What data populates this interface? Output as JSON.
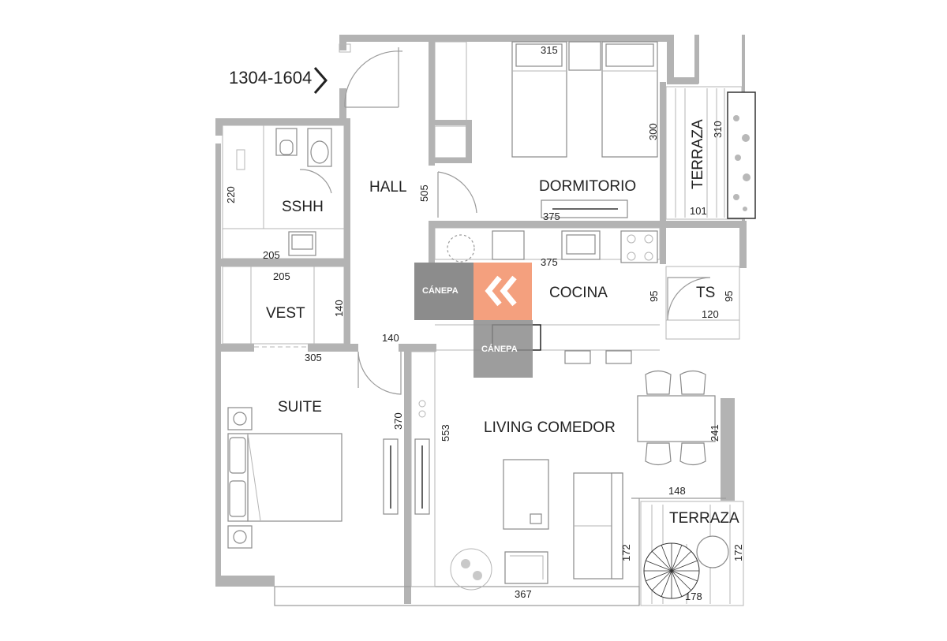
{
  "unit_label": "1304-1604",
  "rooms": {
    "dormitorio": "DORMITORIO",
    "hall": "HALL",
    "sshh": "SSHH",
    "vest": "VEST",
    "suite": "SUITE",
    "cocina": "COCINA",
    "living": "LIVING COMEDOR",
    "terraza_top": "TERRAZA",
    "terraza_bottom": "TERRAZA",
    "ts": "TS"
  },
  "dimensions": {
    "d315": "315",
    "d300": "300",
    "d310": "310",
    "d101": "101",
    "d375_dorm": "375",
    "d505": "505",
    "d220": "220",
    "d205_bath": "205",
    "d205_vest": "205",
    "d140_vest": "140",
    "d375_kitchen": "375",
    "d95_kitchen": "95",
    "d95_ts": "95",
    "d120": "120",
    "d140_hall": "140",
    "d305": "305",
    "d370": "370",
    "d553": "553",
    "d241": "241",
    "d148": "148",
    "d172_left": "172",
    "d172_right": "172",
    "d178": "178",
    "d367": "367"
  },
  "brand": {
    "name": "CÁNEPA",
    "watermark": "CÁNEPA",
    "accent_color": "#f4a07e",
    "gray_color": "#8c8c8c"
  },
  "icons": {
    "unit_arrow": "chevron-right-icon",
    "logo": "double-chevron-left-icon"
  }
}
